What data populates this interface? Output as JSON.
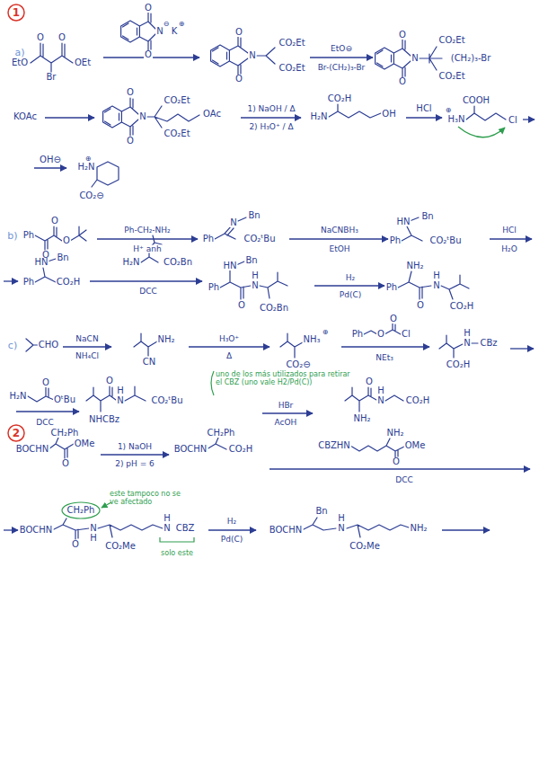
{
  "diagram": {
    "labels": [
      "1",
      "a)",
      "O",
      "O",
      "EtO",
      "OEt",
      "Br",
      "O",
      "N",
      "⊖",
      "K",
      "⊕",
      "O",
      "O",
      "N",
      "CO₂Et",
      "CO₂Et",
      "O",
      "EtO⊖",
      "Br-(CH₂)₃-Br",
      "O",
      "N",
      "CO₂Et",
      "(CH₂)₃-Br",
      "CO₂Et",
      "O",
      "KOAc",
      "O",
      "N",
      "CO₂Et",
      "OAc",
      "CO₂Et",
      "O",
      "1) NaOH / Δ",
      "2) H₃O⁺ / Δ",
      "CO₂H",
      "H₂N",
      "OH",
      "HCl",
      "COOH",
      "⊕",
      "H₃N",
      "Cl",
      "OH⊖",
      "⊕",
      "H₂N",
      "CO₂⊖",
      "b)",
      "O",
      "Ph",
      "O",
      "O",
      "Ph-CH₂-NH₂",
      "H⁺ anh",
      "N",
      "Bn",
      "Ph",
      "CO₂ᵗBu",
      "NaCNBH₃",
      "EtOH",
      "HN",
      "Bn",
      "Ph",
      "CO₂ᵗBu",
      "HCl",
      "H₂O",
      "HN",
      "Bn",
      "Ph",
      "CO₂H",
      "H₂N",
      "CO₂Bn",
      "DCC",
      "HN",
      "Bn",
      "Ph",
      "H",
      "N",
      "O",
      "CO₂Bn",
      "H₂",
      "Pd(C)",
      "NH₂",
      "Ph",
      "H",
      "N",
      "O",
      "CO₂H",
      "c)",
      "CHO",
      "NaCN",
      "NH₄Cl",
      "NH₂",
      "CN",
      "H₃O⁺",
      "Δ",
      "⊕",
      "NH₃",
      "CO₂⊖",
      "Ph",
      "O",
      "O",
      "Cl",
      "NEt₃",
      "H",
      "N",
      "CBz",
      "CO₂H",
      "O",
      "H₂N",
      "OᵗBu",
      "DCC",
      "O",
      "H",
      "N",
      "CO₂ᵗBu",
      "NHCBz",
      "uno de los más utilizados para retirar el CBZ (uno vale H2/Pd(C))",
      "HBr",
      "AcOH",
      "O",
      "H",
      "N",
      "CO₂H",
      "NH₂",
      "2",
      "CH₂Ph",
      "BOCHN",
      "OMe",
      "O",
      "1) NaOH",
      "2) pH = 6",
      "CH₂Ph",
      "BOCHN",
      "CO₂H",
      "NH₂",
      "CBZHN",
      "OMe",
      "O",
      "DCC",
      "CH₂Ph",
      "este tampoco no se ve afectado",
      "BOCHN",
      "N",
      "H",
      "N",
      "CBZ",
      "O",
      "H",
      "CO₂Me",
      "solo este",
      "H₂",
      "Pd(C)",
      "Bn",
      "H",
      "BOCHN",
      "N",
      "NH₂",
      "CO₂Me"
    ]
  }
}
